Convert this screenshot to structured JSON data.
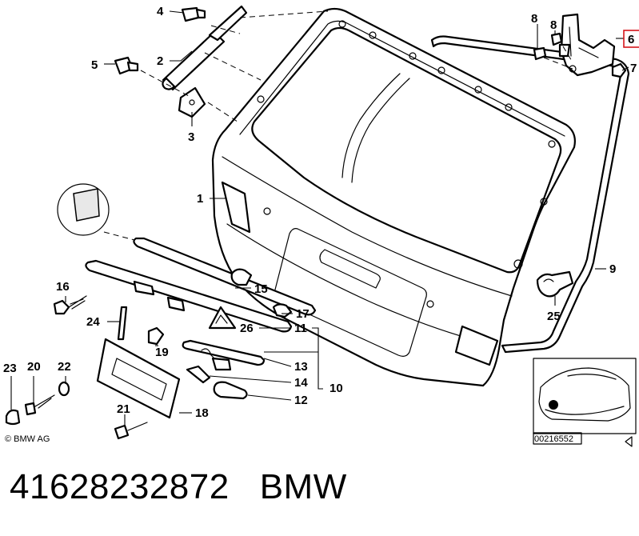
{
  "labels": {
    "l1": "1",
    "l2": "2",
    "l3": "3",
    "l4": "4",
    "l5": "5",
    "l6": "6",
    "l7": "7",
    "l8": "8",
    "l9": "9",
    "l10": "10",
    "l11": "11",
    "l12": "12",
    "l13": "13",
    "l14": "14",
    "l15": "15",
    "l16": "16",
    "l17": "17",
    "l18": "18",
    "l19": "19",
    "l20": "20",
    "l21": "21",
    "l22": "22",
    "l23": "23",
    "l24": "24",
    "l25": "25",
    "l26": "26"
  },
  "copyright": "© BMW AG",
  "diagram_id": "00216552",
  "caption": {
    "part_number": "41628232872",
    "brand": "BMW"
  },
  "highlight_color": "#d6161b"
}
